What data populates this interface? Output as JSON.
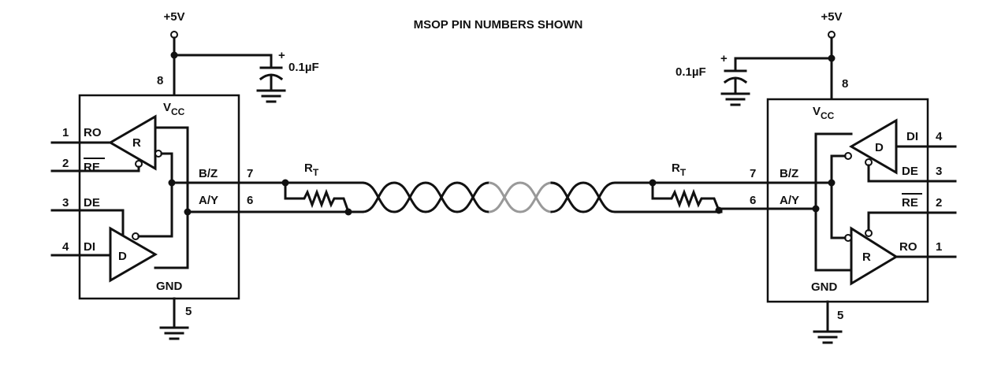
{
  "title": "MSOP PIN NUMBERS SHOWN",
  "supply": "+5V",
  "capacitor": "0.1µF",
  "vcc_label": "V",
  "vcc_sub": "CC",
  "gnd_label": "GND",
  "terminator": {
    "label": "R",
    "sub": "T"
  },
  "pins": {
    "vcc": "8",
    "gnd": "5",
    "ro": "1",
    "re": "2",
    "de": "3",
    "di": "4",
    "bz": "7",
    "ay": "6"
  },
  "pin_names": {
    "ro": "RO",
    "re": "RE",
    "de": "DE",
    "di": "DI",
    "bz": "B/Z",
    "ay": "A/Y"
  },
  "buffers": {
    "receiver": "R",
    "driver": "D"
  }
}
